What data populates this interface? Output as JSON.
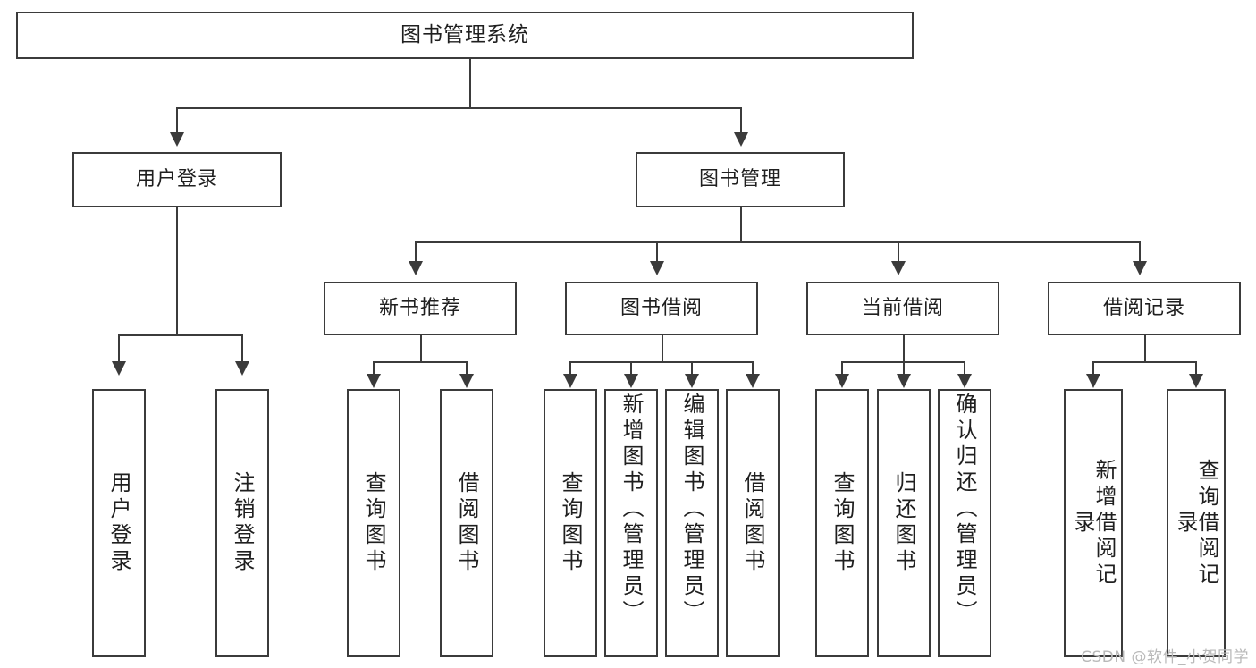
{
  "diagram": {
    "title": "图书管理系统",
    "type": "tree",
    "root": {
      "label": "图书管理系统"
    },
    "level2": [
      {
        "label": "用户登录"
      },
      {
        "label": "图书管理"
      }
    ],
    "level3": [
      {
        "label": "新书推荐"
      },
      {
        "label": "图书借阅"
      },
      {
        "label": "当前借阅"
      },
      {
        "label": "借阅记录"
      }
    ],
    "leaves": {
      "user_login": [
        {
          "label": "用户登录"
        },
        {
          "label": "注销登录"
        }
      ],
      "new_book_recommend": [
        {
          "label": "查询图书"
        },
        {
          "label": "借阅图书"
        }
      ],
      "book_borrow": [
        {
          "label": "查询图书"
        },
        {
          "label": "新增图书（管理员）"
        },
        {
          "label": "编辑图书（管理员）"
        },
        {
          "label": "借阅图书"
        }
      ],
      "current_borrow": [
        {
          "label": "查询图书"
        },
        {
          "label": "归还图书"
        },
        {
          "label": "确认归还（管理员）"
        }
      ],
      "borrow_record": [
        {
          "label": "新增借阅记录"
        },
        {
          "label": "查询借阅记录"
        }
      ]
    }
  },
  "watermark": {
    "text": "CSDN @软件_小贺同学"
  },
  "colors": {
    "stroke": "#3b3b3b",
    "text": "#1f1f1f",
    "background": "#ffffff",
    "watermark": "#b9b9b9"
  }
}
